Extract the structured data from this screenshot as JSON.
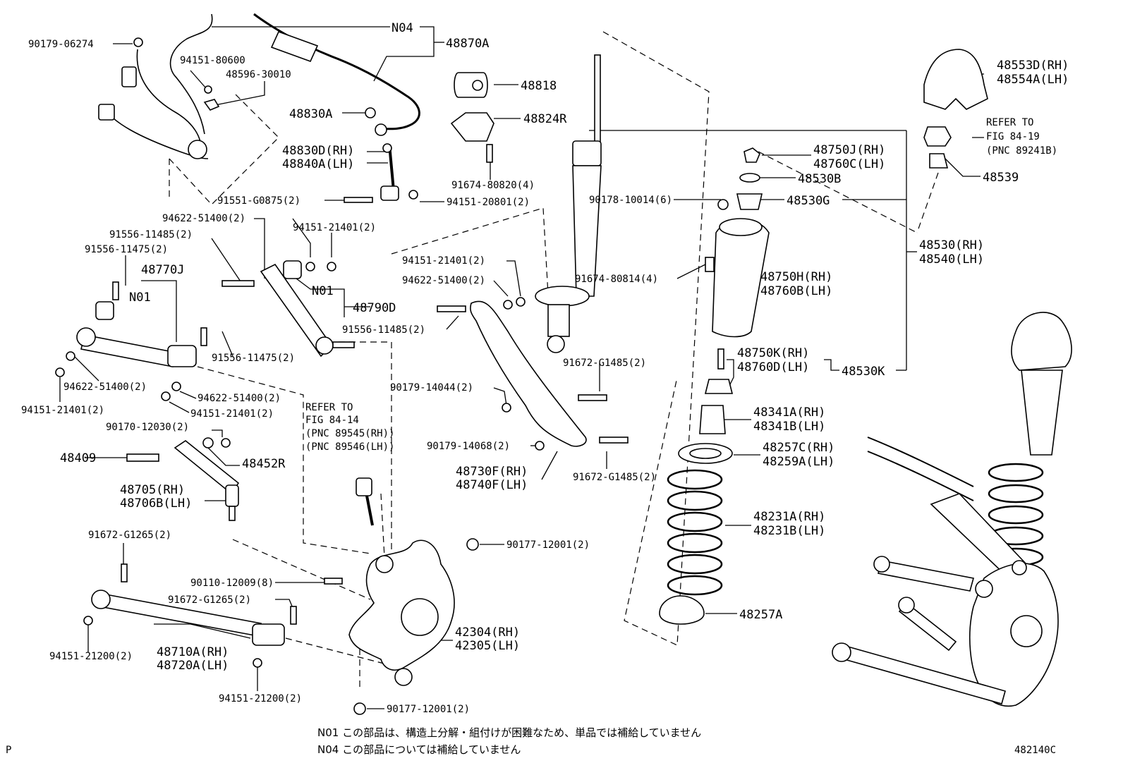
{
  "callouts": {
    "c90179_06274": "90179-06274",
    "c94151_80600": "94151-80600",
    "c48596_30010": "48596-30010",
    "n04_top": "N04",
    "c48870A": "48870A",
    "c48818": "48818",
    "c48830A": "48830A",
    "c48824R": "48824R",
    "c48830D": "48830D(RH)",
    "c48840A": "48840A(LH)",
    "c91674_80820": "91674-80820(4)",
    "c91551_G0875": "91551-G0875(2)",
    "c94151_20801": "94151-20801(2)",
    "c94622_51400_a": "94622-51400(2)",
    "c94151_21401_a": "94151-21401(2)",
    "c91556_11485_a": "91556-11485(2)",
    "c91556_11475_a": "91556-11475(2)",
    "c48770J": "48770J",
    "n01_a": "N01",
    "n01_b": "N01",
    "c48790D": "48790D",
    "c91556_11475_b": "91556-11475(2)",
    "c94622_51400_b": "94622-51400(2)",
    "c94151_21401_b": "94151-21401(2)",
    "c94622_51400_c": "94622-51400(2)",
    "c94151_21401_c": "94151-21401(2)",
    "c90170_12030": "90170-12030(2)",
    "c48409": "48409",
    "c48452R": "48452R",
    "c48705B": "48705(RH)",
    "c48706B": "48706B(LH)",
    "c91672_G1265_a": "91672-G1265(2)",
    "c90110_12009": "90110-12009(8)",
    "c91672_G1265_b": "91672-G1265(2)",
    "c94151_21200_a": "94151-21200(2)",
    "c48710A": "48710A(RH)",
    "c48720A": "48720A(LH)",
    "c94151_21200_b": "94151-21200(2)",
    "c42304": "42304(RH)",
    "c42305": "42305(LH)",
    "c90177_12001_a": "90177-12001(2)",
    "c90177_12001_b": "90177-12001(2)",
    "refer_a_1": "REFER TO",
    "refer_a_2": "FIG 84-14",
    "refer_a_3": "(PNC 89545(RH))",
    "refer_a_4": "(PNC 89546(LH))",
    "c94151_21401_d": "94151-21401(2)",
    "c94622_51400_d": "94622-51400(2)",
    "c91556_11485_b": "91556-11485(2)",
    "c91672_G1485_a": "91672-G1485(2)",
    "c90179_14044": "90179-14044(2)",
    "c90179_14068": "90179-14068(2)",
    "c48730F": "48730F(RH)",
    "c48740F": "48740F(LH)",
    "c91672_G1485_b": "91672-G1485(2)",
    "c90178_10014": "90178-10014(6)",
    "c91674_80814": "91674-80814(4)",
    "c48750J": "48750J(RH)",
    "c48760C": "48760C(LH)",
    "c48530B": "48530B",
    "c48530G": "48530G",
    "c48750H": "48750H(RH)",
    "c48760B": "48760B(LH)",
    "c48750K": "48750K(RH)",
    "c48760D": "48760D(LH)",
    "c48530K": "48530K",
    "c48341A": "48341A(RH)",
    "c48341B": "48341B(LH)",
    "c48257C": "48257C(RH)",
    "c48259A": "48259A(LH)",
    "c48231A": "48231A(RH)",
    "c48231B": "48231B(LH)",
    "c48257A": "48257A",
    "c48553D": "48553D(RH)",
    "c48554A": "48554A(LH)",
    "refer_b_1": "REFER TO",
    "refer_b_2": "FIG 84-19",
    "refer_b_3": "(PNC 89241B)",
    "c48539": "48539",
    "c48530": "48530(RH)",
    "c48540": "48540(LH)"
  },
  "notes": {
    "n01": "N01 この部品は、構造上分解・組付けが困難なため、単品では補給していません",
    "n04": "N04 この部品については補給していません"
  },
  "footer": {
    "page_marker": "P",
    "figure_id": "482140C"
  }
}
